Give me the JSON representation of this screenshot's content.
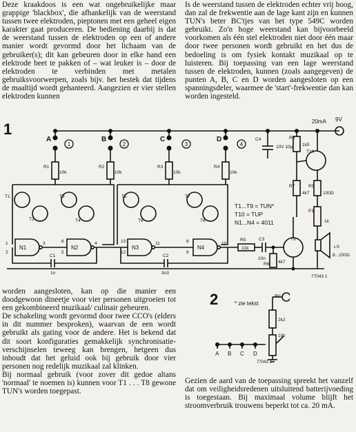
{
  "text": {
    "top_left": "Deze kraakdoos is een wat ongebruikelijke maar grappige 'blackbox', die afhankelijk van de weerstand tussen twee elektroden, pieptonen met een geheel eigen karakter gaat produceren. De bediening daarbij is dat de weerstand tussen de elektroden op een of andere manier wordt gevormd door het lichaam van de gebruiker(s); dit kan gebeuren door in elke hand een elektrode beet te pakken of – wat leuker is – door de elektroden te verbinden met metalen gebruiksvoorwerpen, zoals bijv. het bestek dat tijdens de maaltijd wordt gehanteerd. Aangezien er vier stellen elektroden kunnen",
    "top_right": "Is de weerstand tussen de elektroden echter vrij hoog, dan zal de frekwentie aan de lage kant zijn en kunnen TUN's beter BC'tjes van het type 549C worden gebruikt. Zo'n hoge weerstand kan bijvoorbeeld voorkomen als één stel elektroden niet door één maar door twee personen wordt gebruikt en het dus de bedoeling is om fysiek kontakt muzikaal op te luisteren. Bij toepassing van een lage weerstand tussen de elektroden, kunnen (zoals aangegeven) de punten A, B, C en D worden aangesloten op een spanningsdeler, waarmee de 'start'-frekwentie dan kan worden ingesteld.",
    "bottom_left": "worden aangesloten, kan op die manier een doodgewoon dineetje voor vier personen uitgroeien tot een gekombineerd muzikaal/ culinair gebeuren.\nDe schakeling wordt gevormd door twee CCO's (elders in dit nummer besproken), waarvan de een wordt gebruikt als gating voor de andere. Het is bekend dat dit soort konfiguraties gemakkelijk synchronisatie-verschijnselen teweeg kan brengen, hetgeen dus inhoudt dat het geluid ook bij gebruik door vier personen nog redelijk muzikaal zal klinken.\nBij normaal gebruik (voor zover dit gedoe altans 'normaal' te noemen is) kunnen voor T1 . . . T8 gewone TUN's worden toegepast.",
    "bottom_right": "Gezien de aard van de toepassing spreekt het vanzelf dat om veiligheidsredenen uitsluitend batterijvoeding is toegestaan. Bij maximaal volume blijft het stroomverbruik trouwens beperkt tot ca. 20 mA."
  },
  "figure1": {
    "number": "1",
    "points": [
      "A",
      "B",
      "C",
      "D"
    ],
    "point_numbers": [
      "1",
      "2",
      "3",
      "4"
    ],
    "supply_current": "20mA",
    "supply_voltage": "9V",
    "resistors": {
      "R1": "10k",
      "R2": "10k",
      "R3": "10k",
      "R4": "10k",
      "R5": "22k",
      "R6": "4k7",
      "R7": "4k7",
      "R8": "1k5",
      "R9": "100Ω"
    },
    "capacitors": {
      "C1": "1n",
      "C2": "3n3",
      "C3": "10n",
      "C4": "10V 10µ"
    },
    "transistors": [
      "T1",
      "T2",
      "T3",
      "T4",
      "T5",
      "T6",
      "T7",
      "T8",
      "T9",
      "T10"
    ],
    "gates": [
      "N1",
      "N2",
      "N3",
      "N4"
    ],
    "potmeter": {
      "name": "P1",
      "value": "1k"
    },
    "speaker": {
      "name": "LS",
      "value": "8...150Ω"
    },
    "legend": [
      "T1...T9 = TUN*",
      "T10 = TUP",
      "N1...N4 = 4011"
    ],
    "code": "77043 1"
  },
  "figure2": {
    "number": "2",
    "note": "* zie tekst",
    "supply_voltage": "9V",
    "resistor": "2k2",
    "potmeter": "10k",
    "points": [
      "A",
      "B",
      "C",
      "D"
    ],
    "code": "77043 2"
  }
}
